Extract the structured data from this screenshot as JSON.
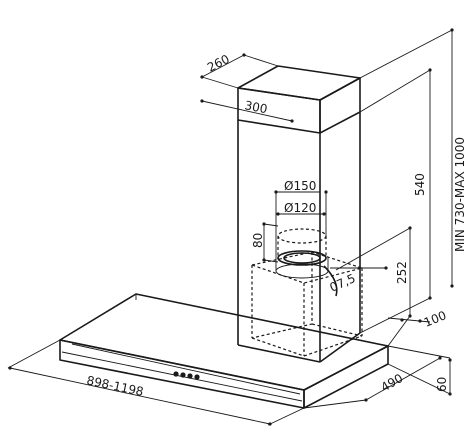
{
  "dimensions": {
    "chimney_depth": "260",
    "chimney_width": "300",
    "height_range": "MIN 730-MAX 1000",
    "upper_height": "540",
    "duct_outer": "Ø150",
    "duct_inner": "Ø120",
    "collar_height": "80",
    "offset_252": "252",
    "offset_75": "07,5",
    "wall_gap": "100",
    "canopy_depth": "490",
    "canopy_thickness": "60",
    "canopy_width": "898-1198"
  }
}
